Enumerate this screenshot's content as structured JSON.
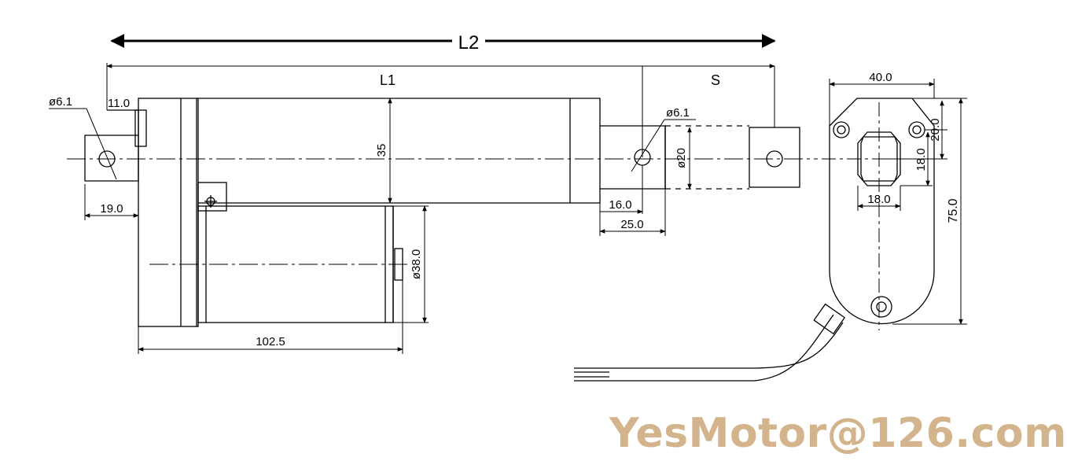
{
  "labels": {
    "L2": "L2",
    "L1": "L1",
    "S": "S",
    "hole_dia_rear": "ø6.1",
    "hole_dia_front": "ø6.1",
    "rear_offset": "11.0",
    "rear_clevis_width": "19.0",
    "tube_height": "35",
    "rod_dia": "ø20",
    "rod_end_16": "16.0",
    "rod_end_25": "25.0",
    "motor_dia": "ø38.0",
    "motor_length": "102.5",
    "end_width": "40.0",
    "end_holes_20": "20.0",
    "end_18_vertical": "18.0",
    "end_18_horizontal": "18.0",
    "end_height": "75.0"
  },
  "watermark": {
    "text": "YesMotor@126.com",
    "color": "#d4b48c"
  },
  "colors": {
    "line": "#000000",
    "background": "#ffffff"
  }
}
